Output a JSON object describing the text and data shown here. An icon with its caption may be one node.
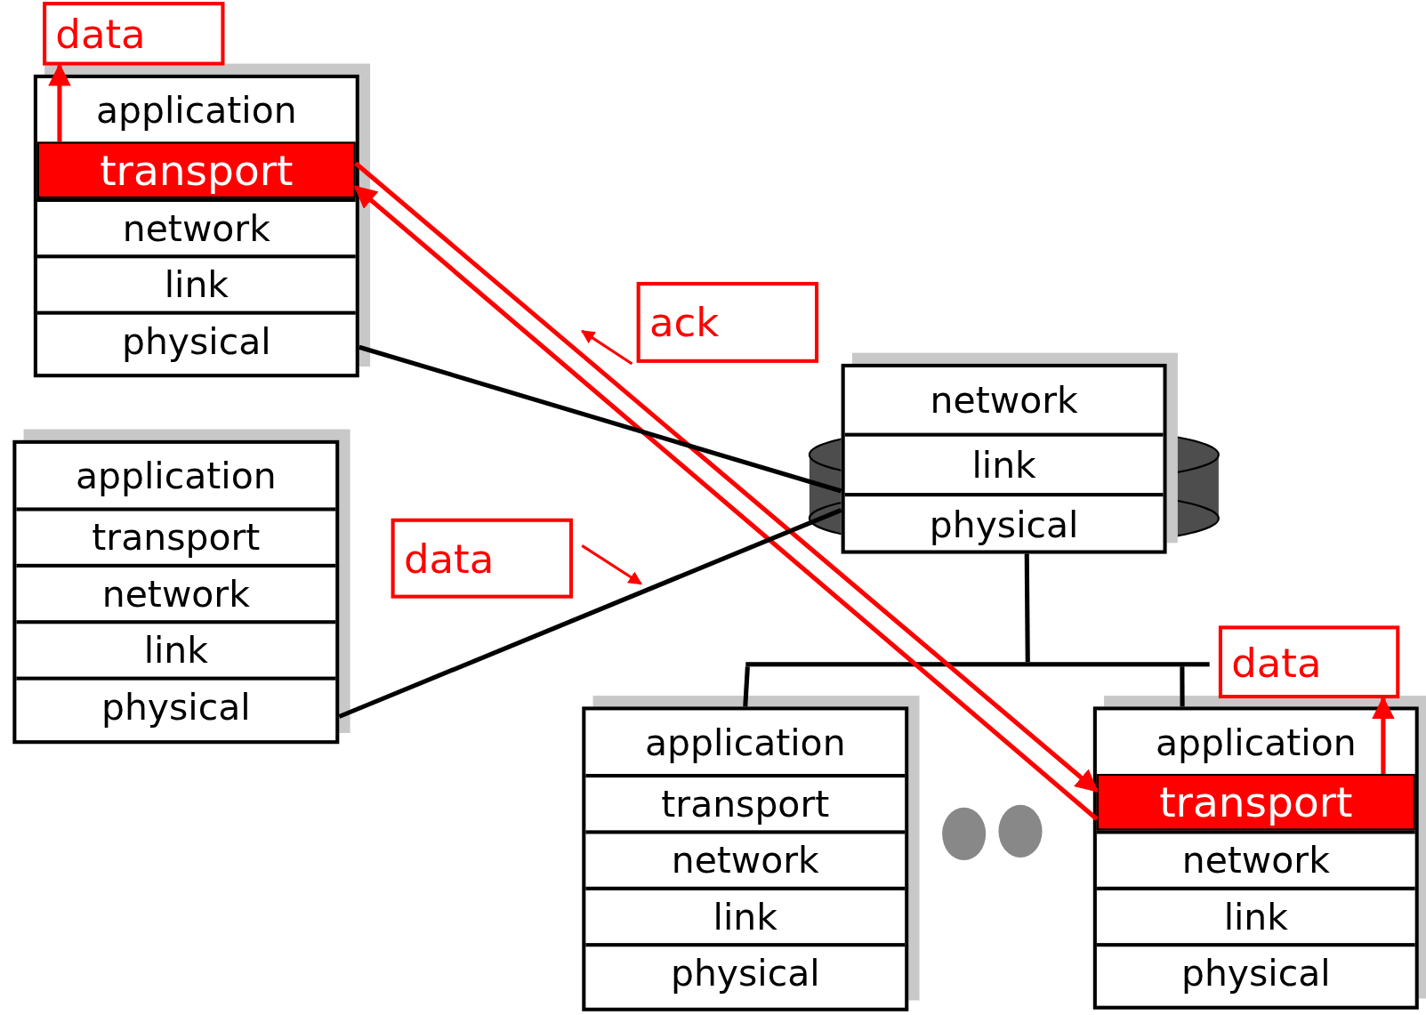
{
  "diagram": {
    "nodes": [
      {
        "text": [],
        "shape": "box"
      },
      {
        "text": [
          "application"
        ],
        "in": 0
      },
      {
        "text": [
          "transport"
        ],
        "in": 0
      },
      {
        "text": [
          "network"
        ],
        "in": 0
      },
      {
        "text": [
          "link"
        ],
        "in": 0
      },
      {
        "text": [
          "physical"
        ],
        "in": 0
      },
      {
        "text": [
          "data"
        ]
      },
      {
        "text": [],
        "shape": "box"
      },
      {
        "text": [
          "application"
        ],
        "in": 7
      },
      {
        "text": [
          "transport"
        ],
        "in": 7
      },
      {
        "text": [
          "network"
        ],
        "in": 7
      },
      {
        "text": [
          "link"
        ],
        "in": 7
      },
      {
        "text": [
          "physical"
        ],
        "in": 7
      },
      {
        "text": [],
        "shape": "box"
      },
      {
        "text": [
          "network"
        ],
        "in": 13
      },
      {
        "text": [
          "link"
        ],
        "in": 13
      },
      {
        "text": [
          "physical"
        ],
        "in": 13
      },
      {
        "text": [],
        "shape": "box"
      },
      {
        "text": [
          "application"
        ],
        "in": 17
      },
      {
        "text": [
          "transport"
        ],
        "in": 17
      },
      {
        "text": [
          "network"
        ],
        "in": 17
      },
      {
        "text": [
          "link"
        ],
        "in": 17
      },
      {
        "text": [
          "physical"
        ],
        "in": 17
      },
      {
        "text": [],
        "shape": "box"
      },
      {
        "text": [
          "application"
        ],
        "in": 23
      },
      {
        "text": [
          "transport"
        ],
        "in": 23
      },
      {
        "text": [
          "network"
        ],
        "in": 23
      },
      {
        "text": [
          "link"
        ],
        "in": 23
      },
      {
        "text": [
          "physical"
        ],
        "in": 23
      },
      {
        "text": [
          "data"
        ]
      },
      {
        "text": [
          "ack"
        ]
      },
      {
        "text": [
          "data"
        ]
      },
      {
        "text": [],
        "shape": "bar"
      }
    ],
    "edges": [
      {
        "from": 2,
        "to": 6,
        "arrow": "to",
        "color": "#ff0000"
      },
      {
        "from": 2,
        "to": 25,
        "arrow": "to",
        "color": "#ff0000"
      },
      {
        "from": 25,
        "to": 2,
        "arrow": "to",
        "color": "#ff0000"
      },
      {
        "from": 25,
        "to": 29,
        "arrow": "to",
        "color": "#ff0000"
      },
      {
        "from": 0,
        "to": 13,
        "arrow": "none"
      },
      {
        "from": 7,
        "to": 13,
        "arrow": "none"
      },
      {
        "from": 13,
        "to": 32,
        "arrow": "none"
      },
      {
        "from": 32,
        "to": 17,
        "arrow": "none"
      },
      {
        "from": 32,
        "to": 23,
        "arrow": "none"
      }
    ]
  }
}
